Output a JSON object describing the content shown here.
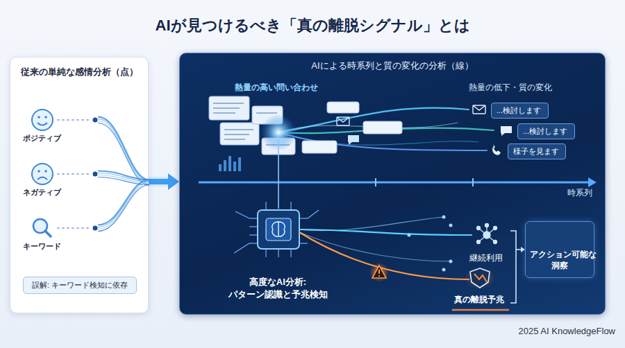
{
  "diagram": {
    "title": "AIが見つけるべき「真の離脱シグナル」とは",
    "nodes": [
      {
        "text": [
          "従来の単純な感情分析（点）"
        ]
      },
      {
        "text": [
          "誤解: キーワード検知に依存"
        ],
        "in": 0
      },
      {
        "text": [
          "AIによる時系列と質の変化の分析（線）"
        ]
      },
      {
        "text": [
          "...検討します"
        ],
        "in": 2
      },
      {
        "text": [
          "...検討します"
        ],
        "in": 2
      },
      {
        "text": [
          "様子を見ます"
        ],
        "in": 2
      },
      {
        "text": [
          "アクション可能な 洞察"
        ],
        "in": 2
      }
    ],
    "edges": [
      {
        "from": 0,
        "to": 2,
        "arrow": "to"
      }
    ],
    "labels": [
      "ポジティブ",
      "ネガティブ",
      "キーワード",
      "熱量の高い問い合わせ",
      "熱量の低下・質の変化",
      "時系列",
      "高度なAI分析: パターン認識と予兆検知",
      "継続利用",
      "真の離脱予兆",
      "2025 AI KnowledgeFlow"
    ]
  }
}
